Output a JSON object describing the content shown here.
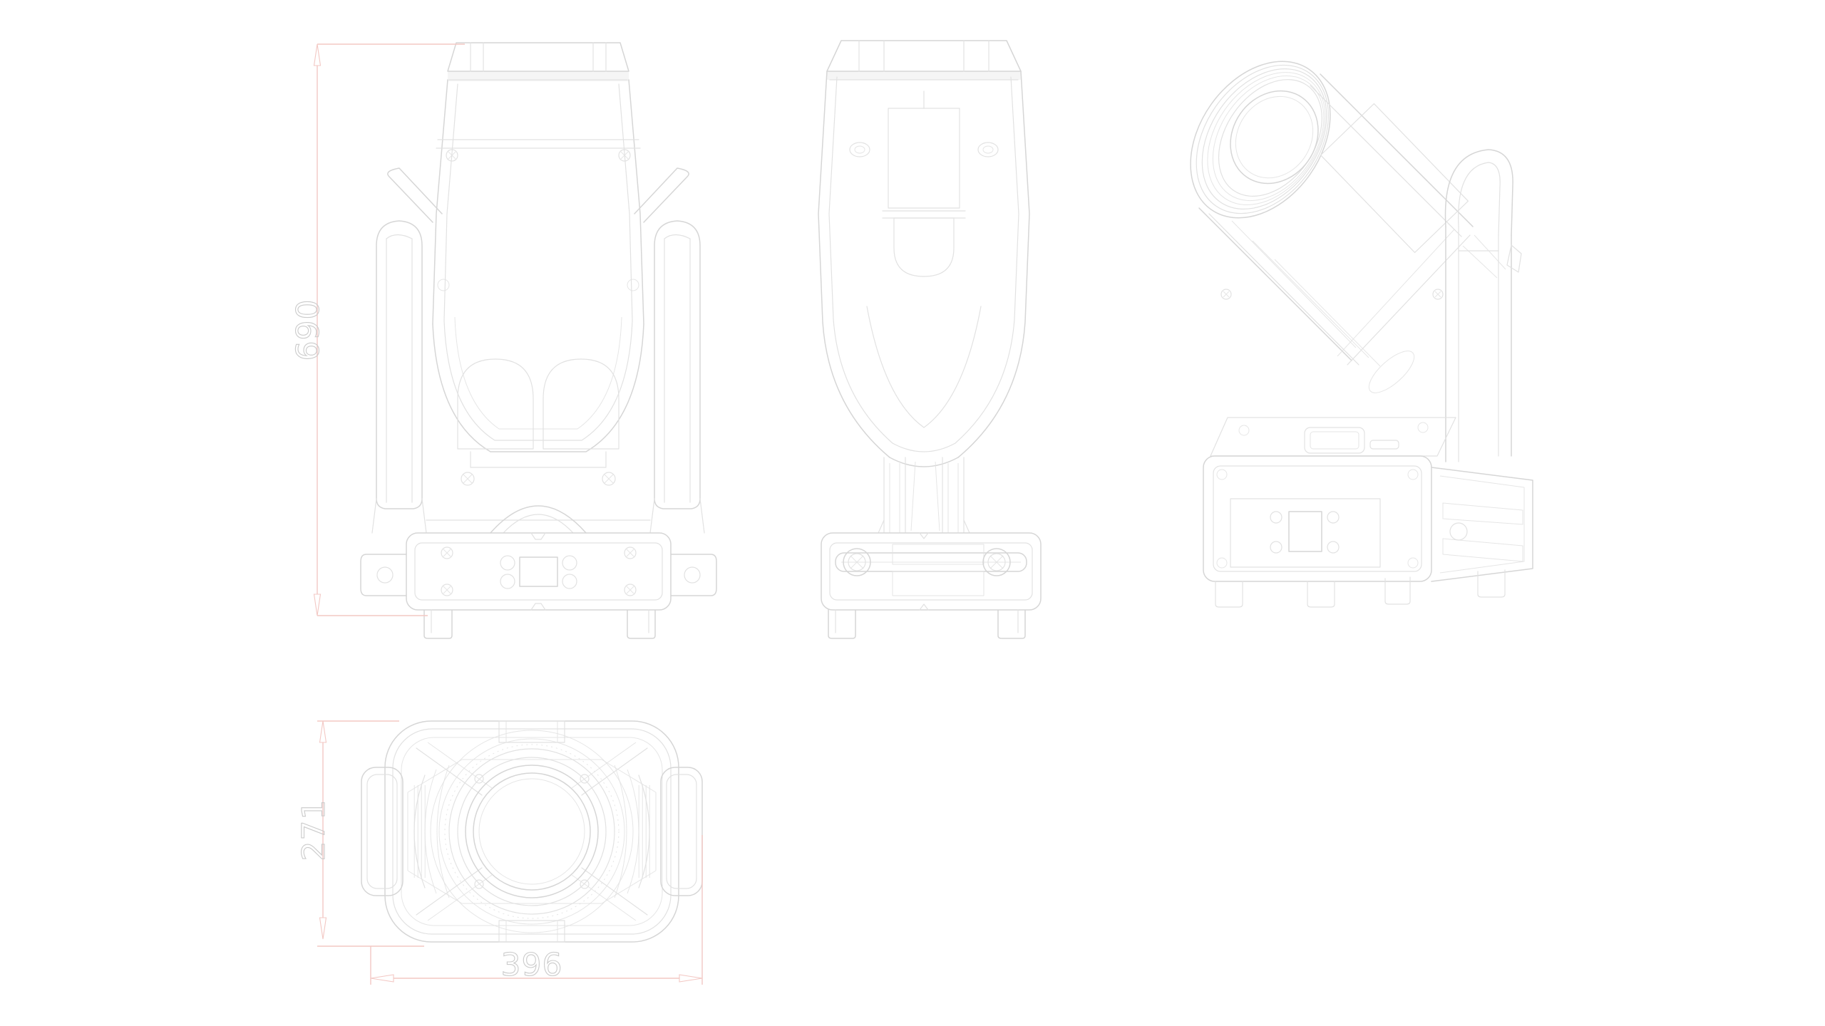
{
  "drawing": {
    "subject": "moving-head-light-fixture-technical-drawing",
    "dimensions": {
      "height_mm": "690",
      "depth_mm": "271",
      "width_mm": "396"
    },
    "colors": {
      "background": "#ffffff",
      "line": "#d6d6d6",
      "line_soft": "#e2e2e2",
      "dimension": "#f3c8c4",
      "dimension_text": "#cbcbcb"
    }
  }
}
